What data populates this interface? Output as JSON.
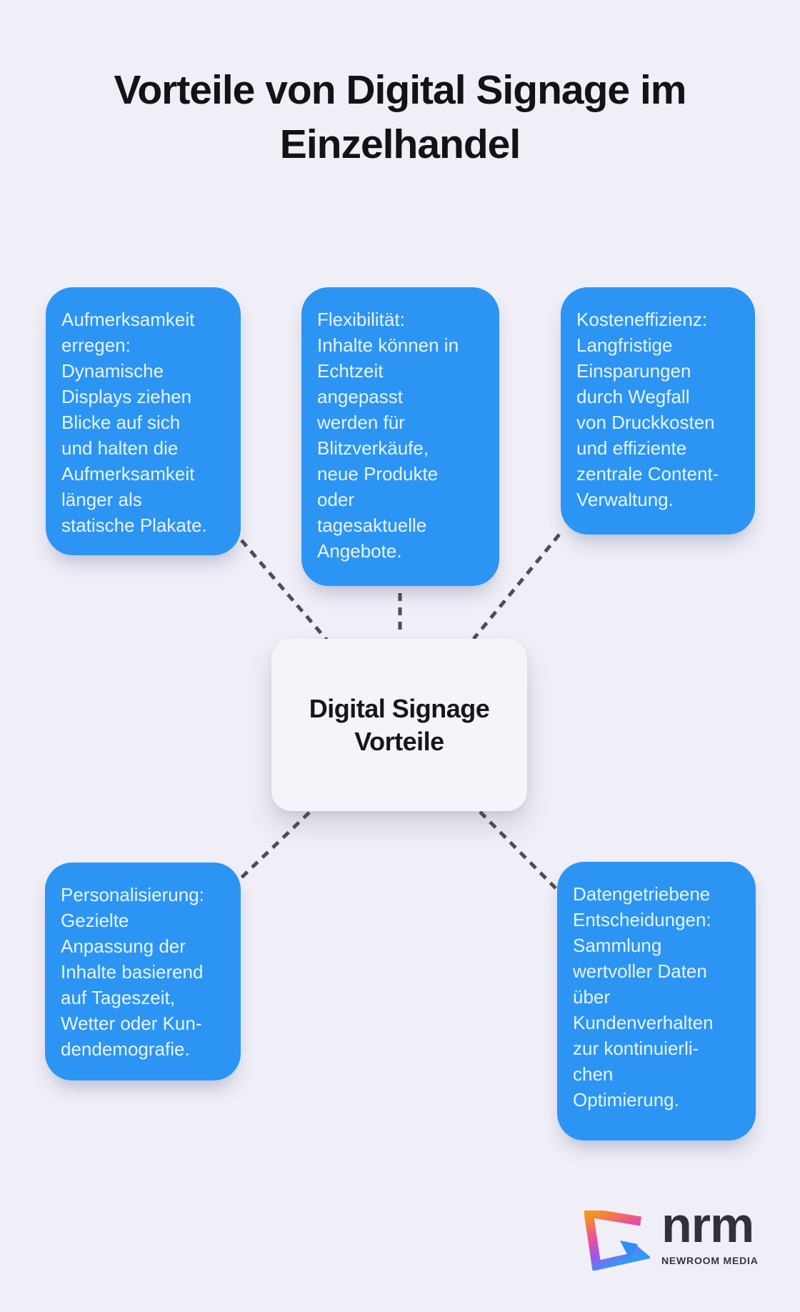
{
  "page": {
    "title": "Vorteile von Digital Signage im\nEinzelhandel"
  },
  "center_node": {
    "label": "Digital Signage\nVorteile"
  },
  "benefit_cards": [
    {
      "id": "aufmerksamkeit-erregen",
      "text": "Aufmerksamkeit\nerregen:\nDynamische\nDisplays ziehen\nBlicke auf sich\nund halten die\nAufmerksamkeit\nlänger als\nstatische Plakate."
    },
    {
      "id": "flexibilitaet",
      "text": "Flexibilität:\nInhalte können in\nEchtzeit\nangepasst\nwerden für\nBlitzverkäufe,\nneue Produkte\noder\ntagesaktuelle\nAngebote."
    },
    {
      "id": "kosteneffizienz",
      "text": "Kosteneffizienz:\nLangfristige\nEinsparungen\ndurch Wegfall\nvon Druckkosten\nund effiziente\nzentrale Content-\nVerwaltung."
    },
    {
      "id": "personalisierung",
      "text": "Personalisierung:\nGezielte\nAnpassung der\nInhalte basierend\nauf Tageszeit,\nWetter oder Kun-\ndendemografie."
    },
    {
      "id": "datengetriebene-entscheidungen",
      "text": "Datengetriebene\nEntscheidungen:\nSammlung\nwertvoller Daten\nüber\nKundenverhalten\nzur kontinuierli-\nchen\nOptimierung."
    }
  ],
  "logo": {
    "wordmark": "nrm",
    "subtitle": "NEWROOM MEDIA",
    "icon": "newroom-media-gradient-g-icon"
  },
  "colors": {
    "background": "#F0EEF6",
    "card_blue": "#2C95F4",
    "card_text": "#E8F4FD",
    "center_box": "#F5F4FA",
    "heading_text": "#131217",
    "connector": "#4D4D52",
    "logo_text": "#303139",
    "logo_gradient": [
      "#F7941E",
      "#EC4E9C",
      "#925BF0",
      "#2F9BF6"
    ]
  }
}
